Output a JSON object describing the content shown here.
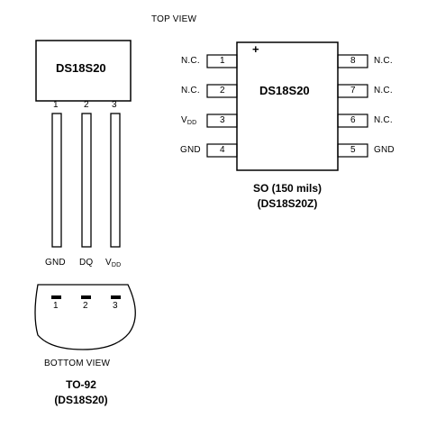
{
  "top_view_label": "TOP VIEW",
  "to92": {
    "chip_label": "DS18S20",
    "pin_numbers": [
      "1",
      "2",
      "3"
    ],
    "pin_names": [
      {
        "main": "GND",
        "sub": ""
      },
      {
        "main": "DQ",
        "sub": ""
      },
      {
        "main": "V",
        "sub": "DD"
      }
    ],
    "bottom_pin_numbers": [
      "1",
      "2",
      "3"
    ],
    "bottom_view_label": "BOTTOM VIEW",
    "caption_line1": "TO-92",
    "caption_line2": "(DS18S20)"
  },
  "so8": {
    "chip_label": "DS18S20",
    "pin1_marker": "+",
    "left_pins": [
      {
        "number": "1",
        "name": "N.C.",
        "sub": ""
      },
      {
        "number": "2",
        "name": "N.C.",
        "sub": ""
      },
      {
        "number": "3",
        "name": "V",
        "sub": "DD"
      },
      {
        "number": "4",
        "name": "GND",
        "sub": ""
      }
    ],
    "right_pins": [
      {
        "number": "8",
        "name": "N.C."
      },
      {
        "number": "7",
        "name": "N.C."
      },
      {
        "number": "6",
        "name": "N.C."
      },
      {
        "number": "5",
        "name": "GND"
      }
    ],
    "caption_line1": "SO (150 mils)",
    "caption_line2": "(DS18S20Z)"
  }
}
